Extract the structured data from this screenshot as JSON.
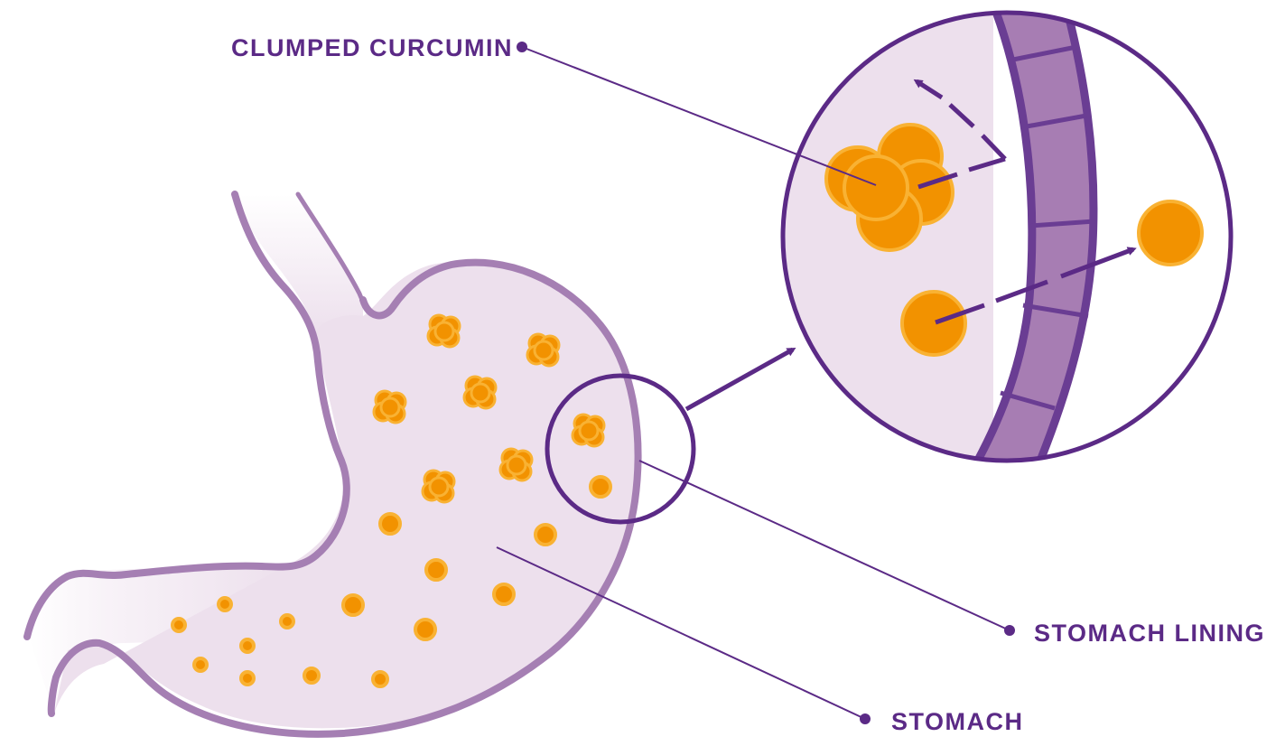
{
  "labels": {
    "clumped_curcumin": "CLUMPED CURCUMIN",
    "stomach_lining": "STOMACH LINING",
    "stomach": "STOMACH"
  },
  "colors": {
    "accent": "#5b2a86",
    "stomach_outline": "#a57fb3",
    "stomach_fill": "#ede0ed",
    "lining_fill": "#a77db3",
    "particle_fill": "#f29200",
    "particle_stroke": "#f9b233",
    "background": "#ffffff"
  }
}
